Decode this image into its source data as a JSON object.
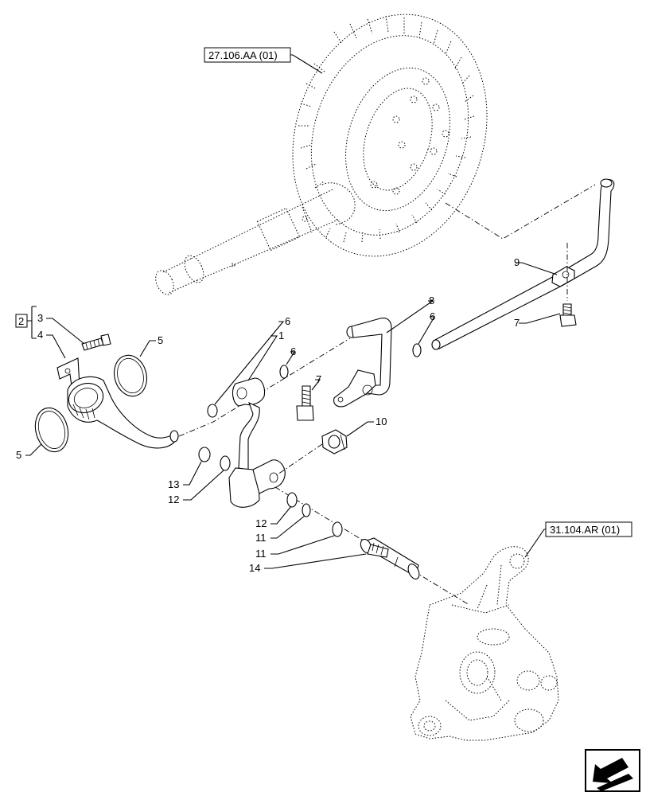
{
  "references": {
    "ring_gear": "27.106.AA (01)",
    "housing": "31.104.AR (01)"
  },
  "group_box": "2",
  "callouts": {
    "c1": "1",
    "c3": "3",
    "c4": "4",
    "c5_upper": "5",
    "c5_lower": "5",
    "c6_a": "6",
    "c6_b": "6",
    "c6_c": "6",
    "c7_upper": "7",
    "c7_lower": "7",
    "c8": "8",
    "c9": "9",
    "c10": "10",
    "c11_a": "11",
    "c11_b": "11",
    "c12_a": "12",
    "c12_b": "12",
    "c13": "13",
    "c14": "14"
  },
  "nav_icon": "arrow-navigation-icon"
}
